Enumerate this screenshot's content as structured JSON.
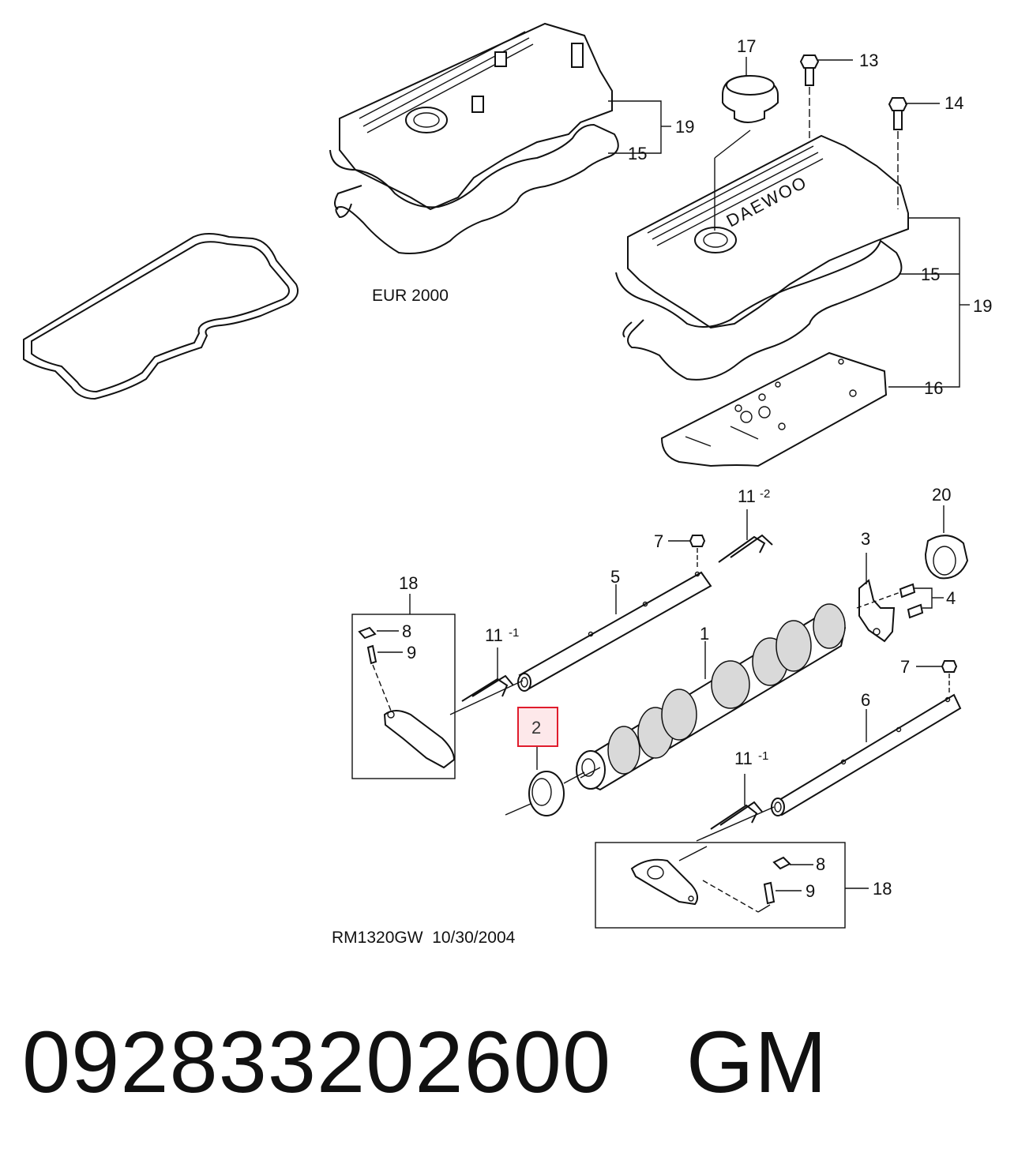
{
  "callouts": {
    "c13": "13",
    "c14": "14",
    "c17": "17",
    "c19_top": "19",
    "c15_top": "15",
    "c15_right": "15",
    "c19_right": "19",
    "c16": "16",
    "c11_2_main": "11",
    "c11_2_sup": "-2",
    "c20": "20",
    "c3": "3",
    "c4": "4",
    "c7_top": "7",
    "c5": "5",
    "c18_left": "18",
    "c8_left": "8",
    "c9_left": "9",
    "c11_1a_main": "11",
    "c11_1a_sup": "-1",
    "c1": "1",
    "c7_right": "7",
    "c6": "6",
    "c2": "2",
    "c11_1b_main": "11",
    "c11_1b_sup": "-1",
    "c8_right": "8",
    "c9_right": "9",
    "c18_right": "18"
  },
  "captions": {
    "variant": "EUR 2000",
    "drawing_ref": "RM1320GW  10/30/2004"
  },
  "cover_brand": "DAEWOO",
  "banner": {
    "part_number": "092833202600",
    "brand": "GM"
  },
  "highlight": {
    "part": "2",
    "color": "#e01c2c"
  }
}
